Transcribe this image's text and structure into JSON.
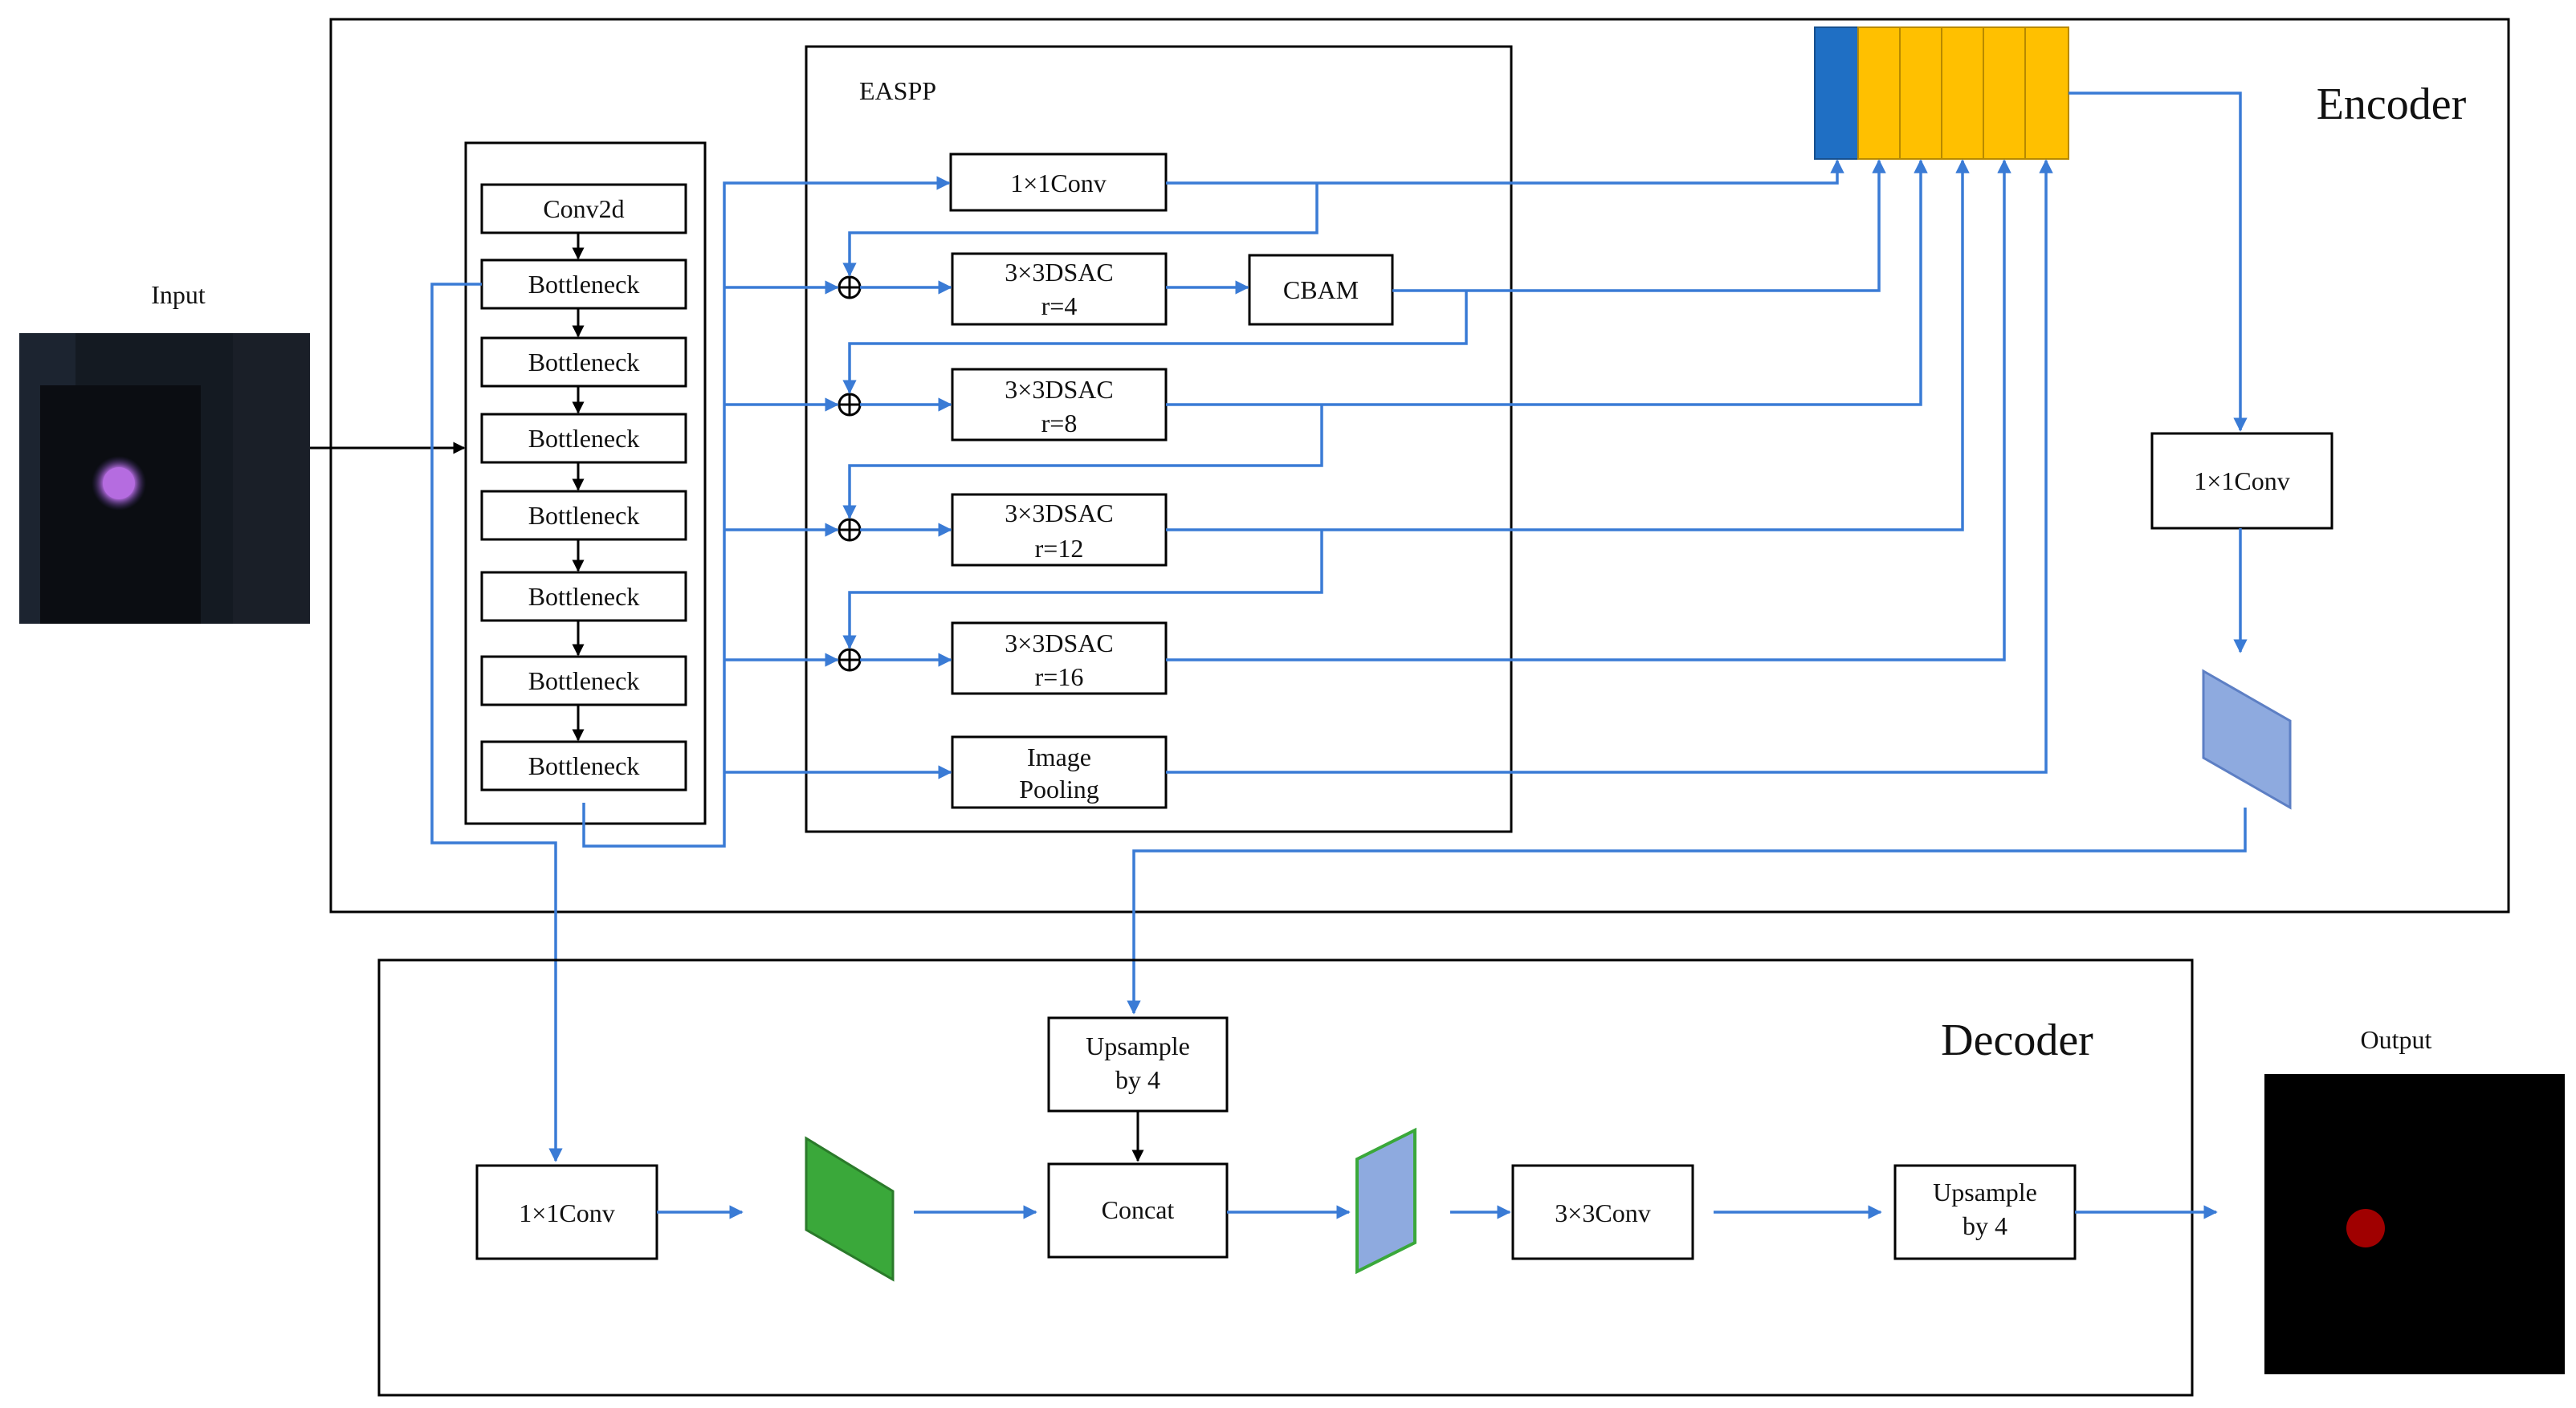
{
  "colors": {
    "flow_arrow": "#3a7bd5",
    "concat_first": "#1f6fc4",
    "concat_rest": "#ffc000",
    "feature_blue": "#8eaadf",
    "feature_green": "#3aa83a",
    "output_dot": "#a00000",
    "input_dot": "#b56ce0"
  },
  "encoder": {
    "title": "Encoder",
    "backbone": {
      "blocks": [
        "Conv2d",
        "Bottleneck",
        "Bottleneck",
        "Bottleneck",
        "Bottleneck",
        "Bottleneck",
        "Bottleneck",
        "Bottleneck"
      ]
    },
    "easpp": {
      "title": "EASPP",
      "conv1x1": "1×1Conv",
      "branches": [
        {
          "name": "3×3DSAC",
          "rate": "r=4"
        },
        {
          "name": "3×3DSAC",
          "rate": "r=8"
        },
        {
          "name": "3×3DSAC",
          "rate": "r=12"
        },
        {
          "name": "3×3DSAC",
          "rate": "r=16"
        }
      ],
      "cbam": "CBAM",
      "pooling": [
        "Image",
        "Pooling"
      ]
    },
    "post_conv": "1×1Conv"
  },
  "decoder": {
    "title": "Decoder",
    "conv1x1": "1×1Conv",
    "upsample_top": [
      "Upsample",
      "by 4"
    ],
    "concat": "Concat",
    "conv3x3": "3×3Conv",
    "upsample_out": [
      "Upsample",
      "by 4"
    ]
  },
  "io": {
    "input_label": "Input",
    "output_label": "Output"
  }
}
